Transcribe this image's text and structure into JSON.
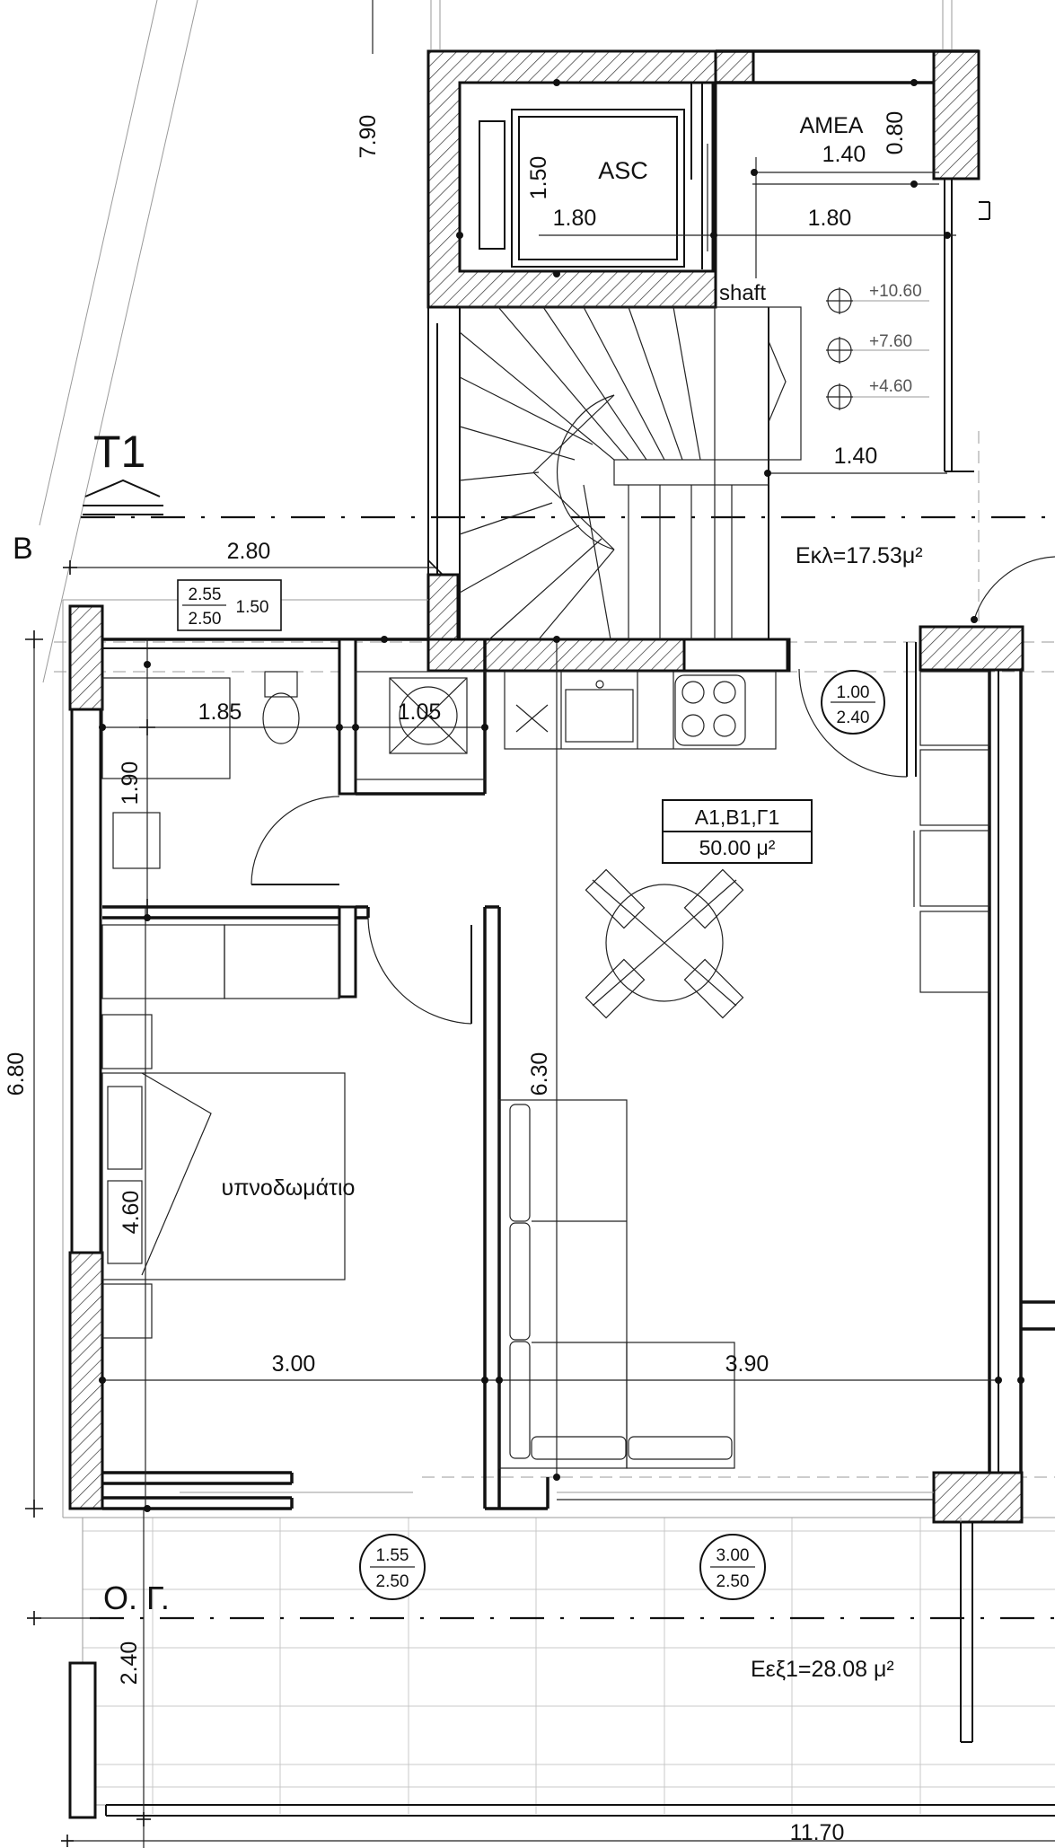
{
  "plan": {
    "section_marker": "T1",
    "grid_label_b": "B",
    "grid_label_og": "Ο. Γ.",
    "rooms": {
      "elevator": "ASC",
      "accessible": "ΑΜΕΑ",
      "shaft": "shaft",
      "bedroom": "υπνοδωμάτιο"
    },
    "apartment_tag": {
      "name": "Α1,Β1,Γ1",
      "area": "50.00 μ²"
    },
    "areas": {
      "stair_area": "Εκλ=17.53μ²",
      "balcony_area": "Εεξ1=28.08 μ²"
    },
    "levels": [
      "+10.60",
      "+7.60",
      "+4.60"
    ],
    "dimensions": {
      "d_790": "7.90",
      "d_150": "1.50",
      "d_180a": "1.80",
      "d_180b": "1.80",
      "d_140a": "1.40",
      "d_080": "0.80",
      "d_140b": "1.40",
      "d_280": "2.80",
      "d_185": "1.85",
      "d_105": "1.05",
      "d_190": "1.90",
      "d_680": "6.80",
      "d_630": "6.30",
      "d_460": "4.60",
      "d_300": "3.00",
      "d_390": "3.90",
      "d_240": "2.40",
      "d_1170": "11.70"
    },
    "window_tag": {
      "top": "2.55",
      "bottom": "2.50",
      "side": "1.50"
    },
    "openings": [
      {
        "top": "1.00",
        "bottom": "2.40"
      },
      {
        "top": "1.55",
        "bottom": "2.50"
      },
      {
        "top": "3.00",
        "bottom": "2.50"
      }
    ]
  }
}
